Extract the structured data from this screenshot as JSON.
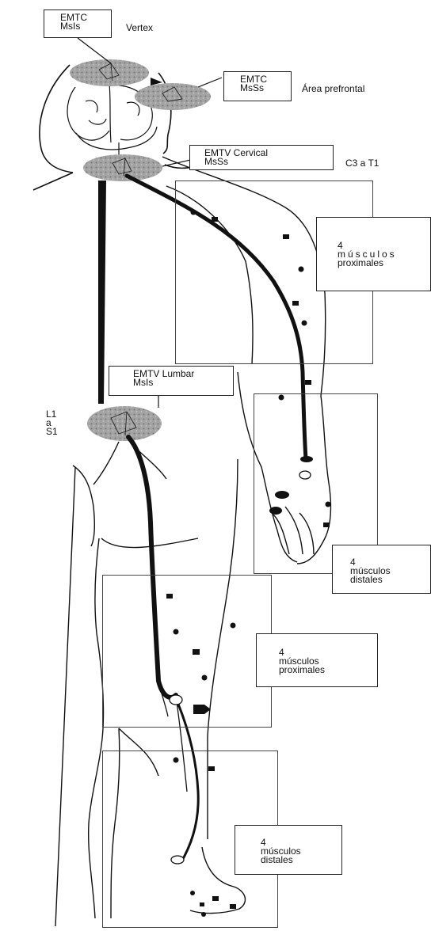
{
  "labels": {
    "vertex_box": [
      "EMTC",
      "MsIs"
    ],
    "vertex": "Vertex",
    "prefrontal_box": [
      "EMTC",
      "MsSs"
    ],
    "prefrontal": "Área prefrontal",
    "cervical_box": [
      "EMTV Cervical",
      "MsSs"
    ],
    "cervical_range": "C3 a T1",
    "lumbar_box": [
      "EMTV Lumbar",
      "MsIs"
    ],
    "lumbar_range": [
      "L1",
      "a",
      "S1"
    ],
    "arm_proximal": [
      "4",
      "músculos",
      "proximales"
    ],
    "arm_distal": [
      "4",
      "músculos",
      "distales"
    ],
    "leg_proximal": [
      "4",
      "músculos",
      "proximales"
    ],
    "leg_distal": [
      "4",
      "músculos",
      "distales"
    ]
  },
  "colors": {
    "ink": "#111111",
    "stimulation_zone": "#9a9a9a",
    "frame": "#444444"
  }
}
